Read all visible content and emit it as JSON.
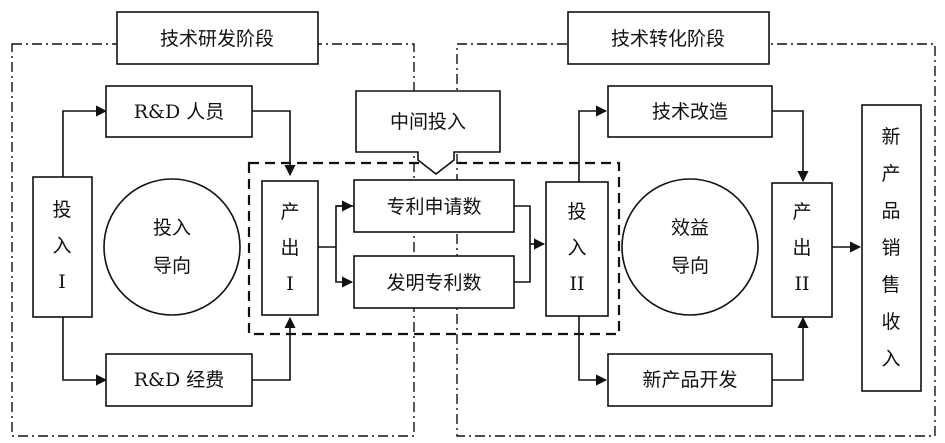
{
  "labels": {
    "stage_rd": "技术研发阶段",
    "stage_transform": "技术转化阶段",
    "rd_personnel": "R&D 人员",
    "rd_funding": "R&D 经费",
    "intermediate_input": "中间投入",
    "patent_applications": "专利申请数",
    "invention_patents": "发明专利数",
    "tech_renovation": "技术改造",
    "new_product_development": "新产品开发",
    "input_orientation": [
      "投入",
      "导向"
    ],
    "benefit_orientation": [
      "效益",
      "导向"
    ],
    "input_1": [
      "投",
      "入",
      "I"
    ],
    "output_1": [
      "产",
      "出",
      "I"
    ],
    "input_2": [
      "投",
      "入",
      "II"
    ],
    "output_2": [
      "产",
      "出",
      "II"
    ],
    "new_product_sales": [
      "新",
      "产",
      "品",
      "销",
      "售",
      "收",
      "入"
    ]
  }
}
